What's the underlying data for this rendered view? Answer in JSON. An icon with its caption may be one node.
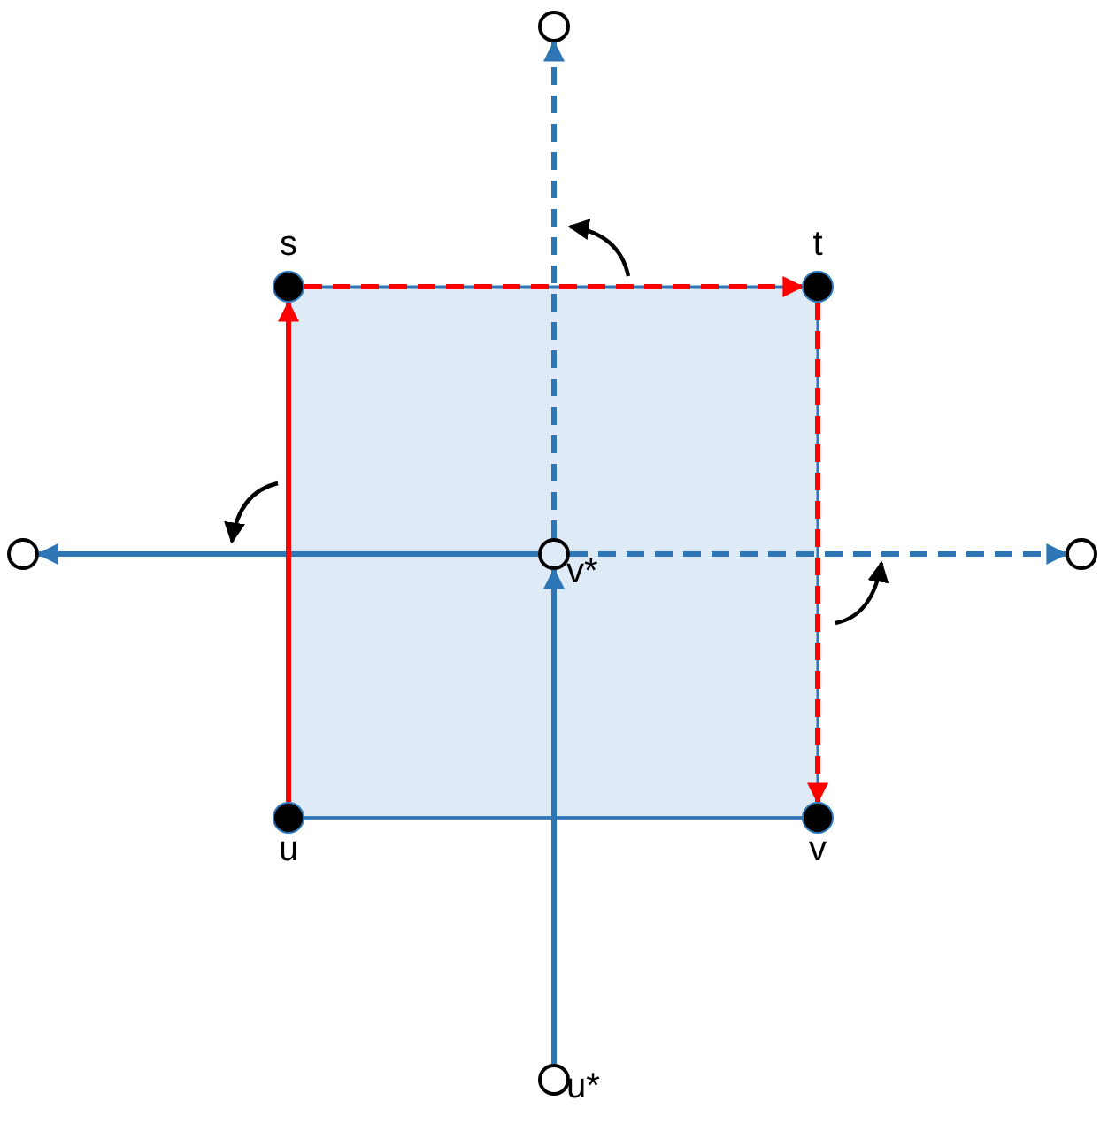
{
  "diagram": {
    "nodes": [
      {
        "text": [],
        "shape": "circle"
      },
      {
        "text": [],
        "shape": "circle",
        "beside": [
          "s"
        ]
      },
      {
        "text": [],
        "shape": "circle",
        "beside": [
          "t"
        ]
      },
      {
        "text": [],
        "shape": "circle"
      },
      {
        "text": [],
        "shape": "circle",
        "beside": [
          "v*"
        ]
      },
      {
        "text": [],
        "shape": "circle"
      },
      {
        "text": [],
        "shape": "circle",
        "beside": [
          "u"
        ]
      },
      {
        "text": [],
        "shape": "circle",
        "beside": [
          "v"
        ]
      },
      {
        "text": [],
        "shape": "circle",
        "beside": [
          "u*"
        ]
      }
    ],
    "edges": [
      {
        "from": 8,
        "to": 4,
        "arrow": "to"
      },
      {
        "from": 4,
        "to": 0,
        "arrow": "to",
        "style": "dashed"
      },
      {
        "from": 4,
        "to": 3,
        "arrow": "to"
      },
      {
        "from": 4,
        "to": 5,
        "arrow": "to",
        "style": "dashed"
      },
      {
        "from": 6,
        "to": 1,
        "arrow": "to",
        "color": "#ff0000"
      },
      {
        "from": 1,
        "to": 2,
        "arrow": "to",
        "style": "dashed",
        "color": "#ff0000"
      },
      {
        "from": 2,
        "to": 7,
        "arrow": "to",
        "style": "dashed",
        "color": "#ff0000"
      },
      {
        "from": 6,
        "to": 7,
        "arrow": "none"
      }
    ]
  }
}
